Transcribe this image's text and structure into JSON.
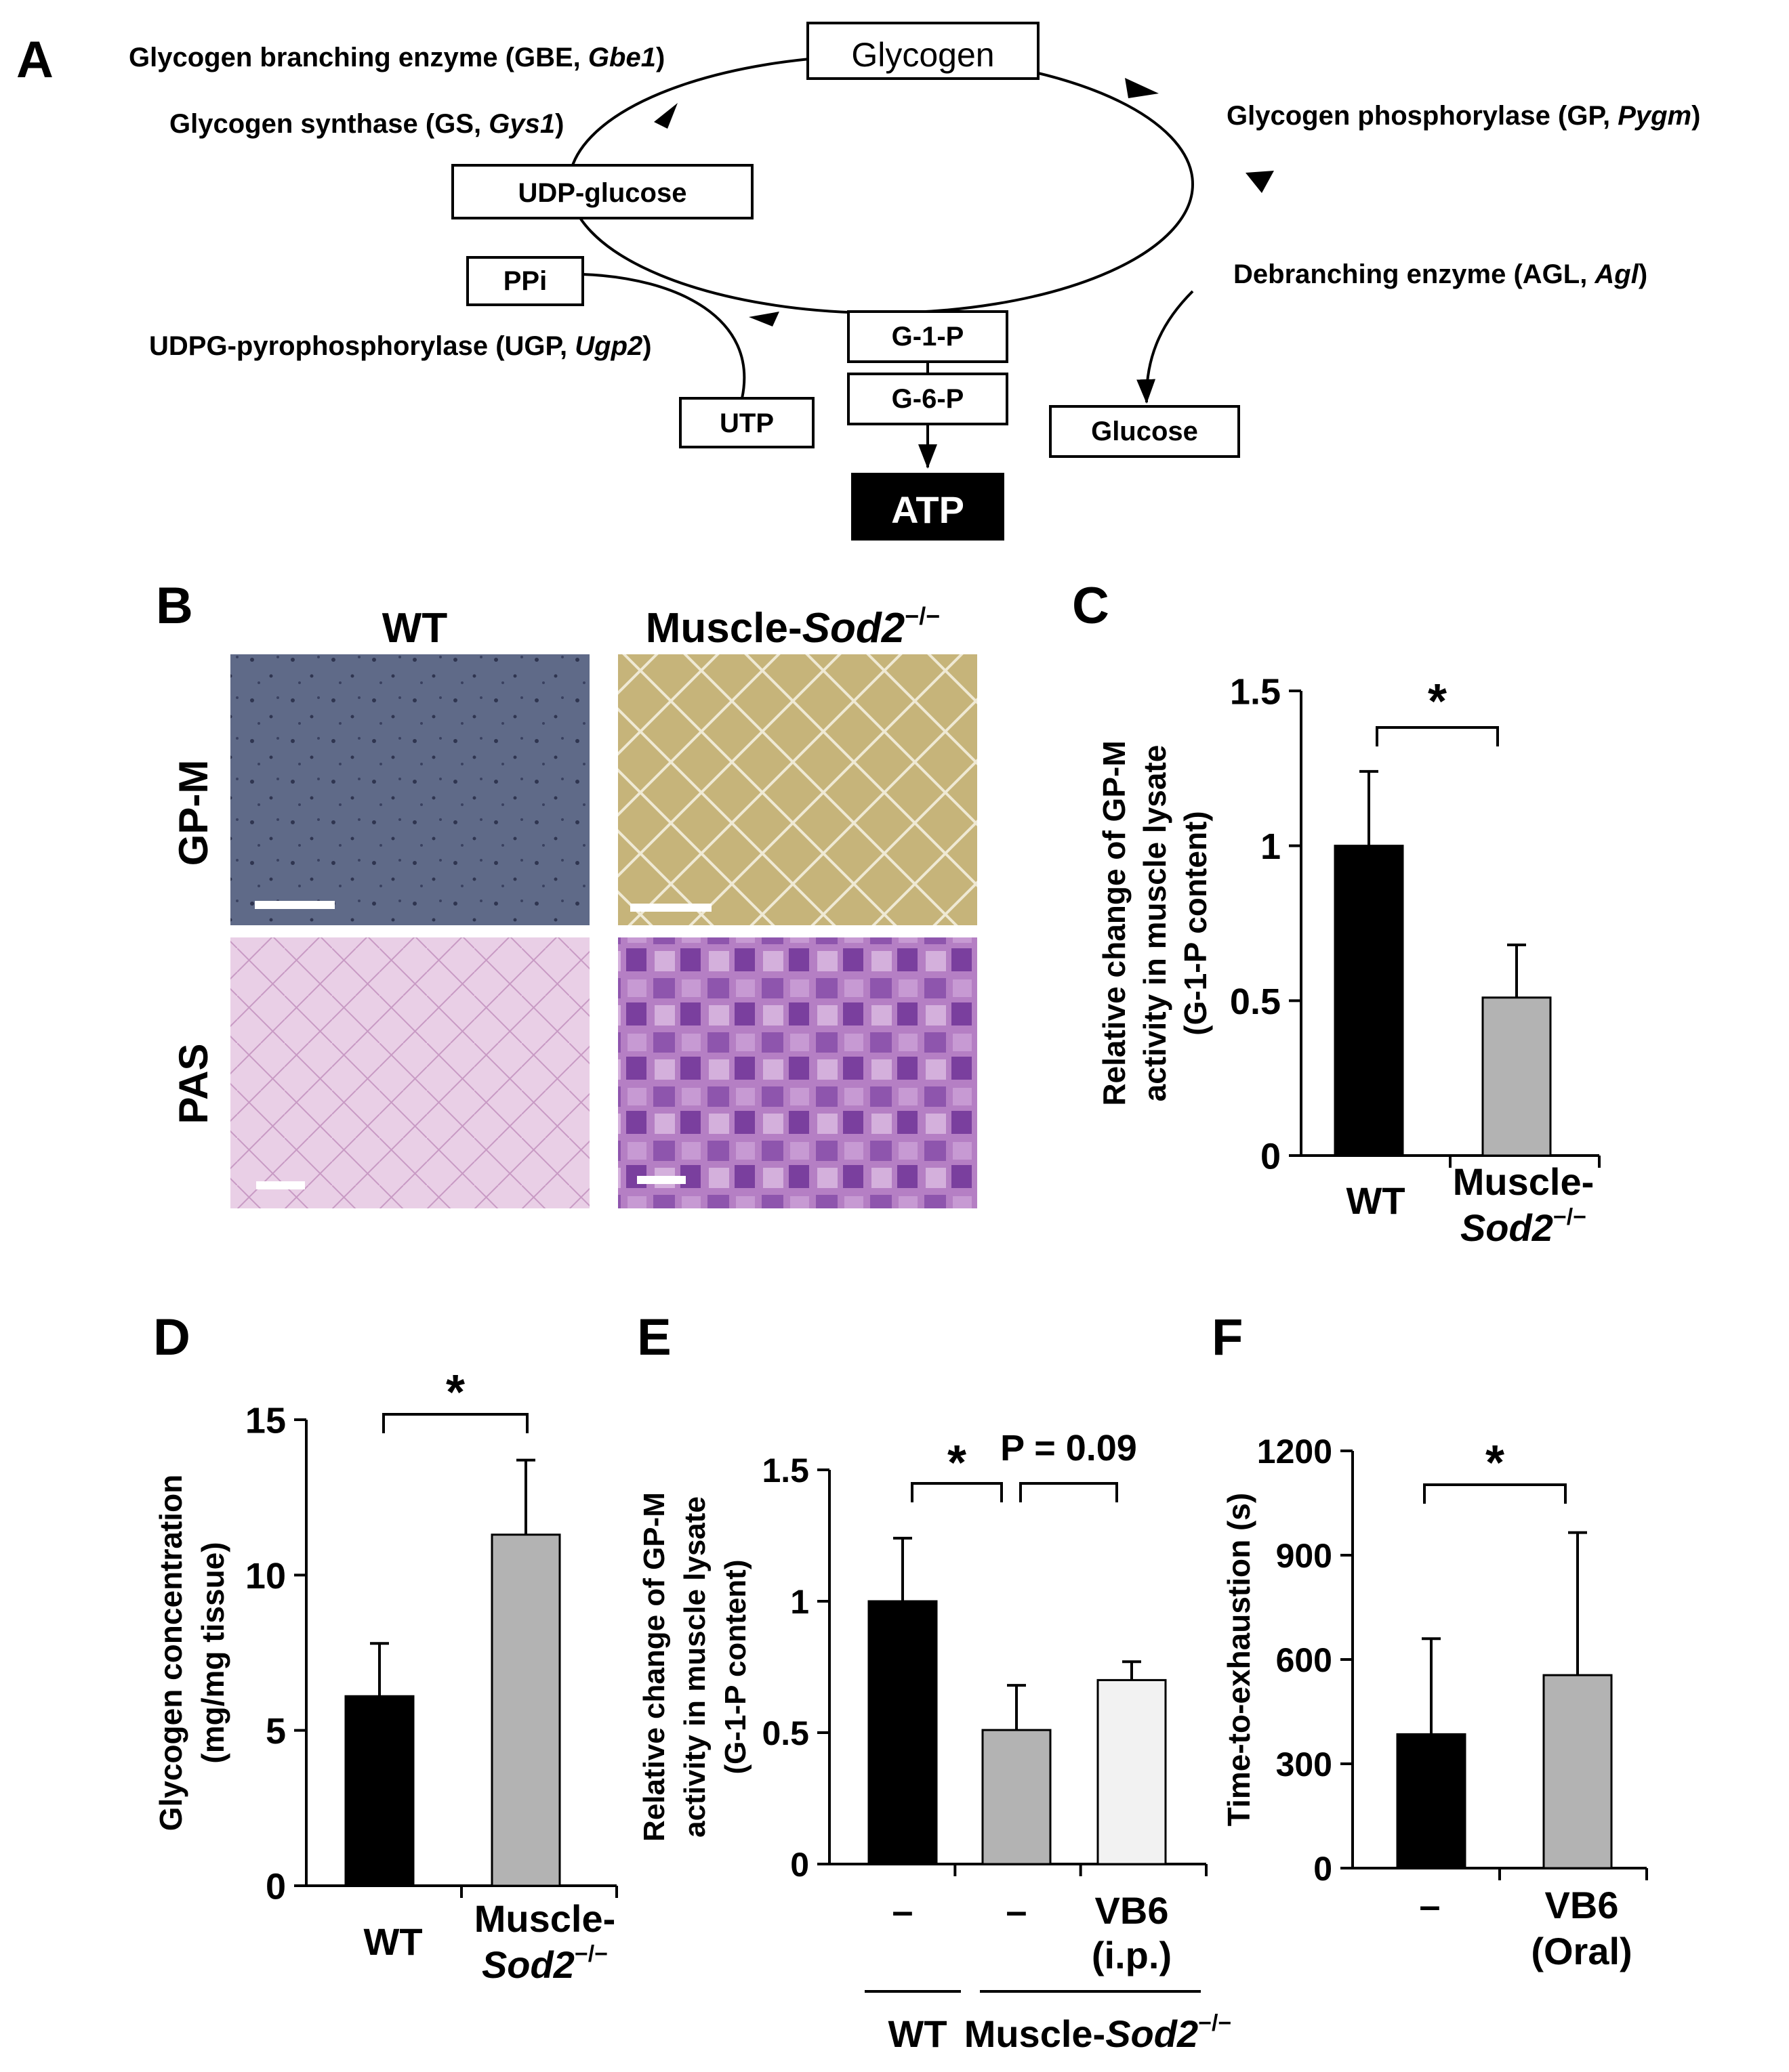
{
  "panel_a": {
    "letter": "A",
    "boxes": {
      "glycogen": "Glycogen",
      "udp_glucose": "UDP-glucose",
      "ppi": "PPi",
      "g1p": "G-1-P",
      "g6p": "G-6-P",
      "utp": "UTP",
      "glucose": "Glucose",
      "atp": "ATP"
    },
    "enzymes": {
      "gbe": {
        "text": "Glycogen branching enzyme (GBE, ",
        "gene": "Gbe1",
        "close": ")"
      },
      "gs": {
        "text": "Glycogen synthase (GS, ",
        "gene": "Gys1",
        "close": ")"
      },
      "gp": {
        "text": "Glycogen phosphorylase (GP, ",
        "gene": "Pygm",
        "close": ")"
      },
      "agl": {
        "text": "Debranching enzyme (AGL, ",
        "gene": "Agl",
        "close": ")"
      },
      "ugp": {
        "text": "UDPG-pyrophosphorylase (UGP, ",
        "gene": "Ugp2",
        "close": ")"
      }
    }
  },
  "panel_b": {
    "letter": "B",
    "col_wt": "WT",
    "col_mut_prefix": "Muscle-",
    "col_mut_gene": "Sod2",
    "col_mut_sup": "−/−",
    "row_gpm": "GP-M",
    "row_pas": "PAS"
  },
  "colors": {
    "wt_bar": "#000000",
    "mut_bar": "#b3b3b3",
    "vb6_bar": "#f2f2f2"
  },
  "chart_data": [
    {
      "panel": "C",
      "type": "bar",
      "categories": [
        "WT",
        "Muscle-Sod2−/−"
      ],
      "values": [
        1.0,
        0.51
      ],
      "errors": [
        0.24,
        0.17
      ],
      "ylim": [
        0,
        1.5
      ],
      "yticks": [
        "0",
        "0.5",
        "1",
        "1.5"
      ],
      "ylabel": [
        "Relative change of GP-M",
        "activity in muscle lysate",
        "(G-1-P content)"
      ],
      "significance": [
        {
          "between": [
            0,
            1
          ],
          "label": "*"
        }
      ],
      "xtick_wt": "WT",
      "xtick_mut_line1": "Muscle-",
      "xtick_mut_gene": "Sod2",
      "xtick_mut_sup": "−/−"
    },
    {
      "panel": "D",
      "type": "bar",
      "categories": [
        "WT",
        "Muscle-Sod2−/−"
      ],
      "values": [
        6.1,
        11.3
      ],
      "errors": [
        1.7,
        2.4
      ],
      "ylim": [
        0,
        15
      ],
      "yticks": [
        "0",
        "5",
        "10",
        "15"
      ],
      "ylabel": [
        "Glycogen concentration",
        "(mg/mg tissue)"
      ],
      "significance": [
        {
          "between": [
            0,
            1
          ],
          "label": "*"
        }
      ],
      "xtick_wt": "WT",
      "xtick_mut_line1": "Muscle-",
      "xtick_mut_gene": "Sod2",
      "xtick_mut_sup": "−/−"
    },
    {
      "panel": "E",
      "type": "bar",
      "categories": [
        "–",
        "–",
        "VB6 (i.p.)"
      ],
      "values": [
        1.0,
        0.51,
        0.7
      ],
      "errors": [
        0.24,
        0.17,
        0.07
      ],
      "ylim": [
        0,
        1.5
      ],
      "yticks": [
        "0",
        "0.5",
        "1",
        "1.5"
      ],
      "ylabel": [
        "Relative change of GP-M",
        "activity in muscle lysate",
        "(G-1-P content)"
      ],
      "significance": [
        {
          "between": [
            0,
            1
          ],
          "label": "*"
        },
        {
          "between": [
            1,
            2
          ],
          "label": "P = 0.09"
        }
      ],
      "xtick_1": "–",
      "xtick_2": "–",
      "xtick_3_line1": "VB6",
      "xtick_3_line2": "(i.p.)",
      "group_wt": "WT",
      "group_mut_prefix": "Muscle-",
      "group_mut_gene": "Sod2",
      "group_mut_sup": "−/−"
    },
    {
      "panel": "F",
      "type": "bar",
      "categories": [
        "–",
        "VB6 (Oral)"
      ],
      "values": [
        385,
        555
      ],
      "errors": [
        275,
        410
      ],
      "ylim": [
        0,
        1200
      ],
      "yticks": [
        "0",
        "300",
        "600",
        "900",
        "1200"
      ],
      "ylabel": [
        "Time-to-exhaustion (s)"
      ],
      "significance": [
        {
          "between": [
            0,
            1
          ],
          "label": "*"
        }
      ],
      "xtick_1": "–",
      "xtick_2_line1": "VB6",
      "xtick_2_line2": "(Oral)"
    }
  ]
}
